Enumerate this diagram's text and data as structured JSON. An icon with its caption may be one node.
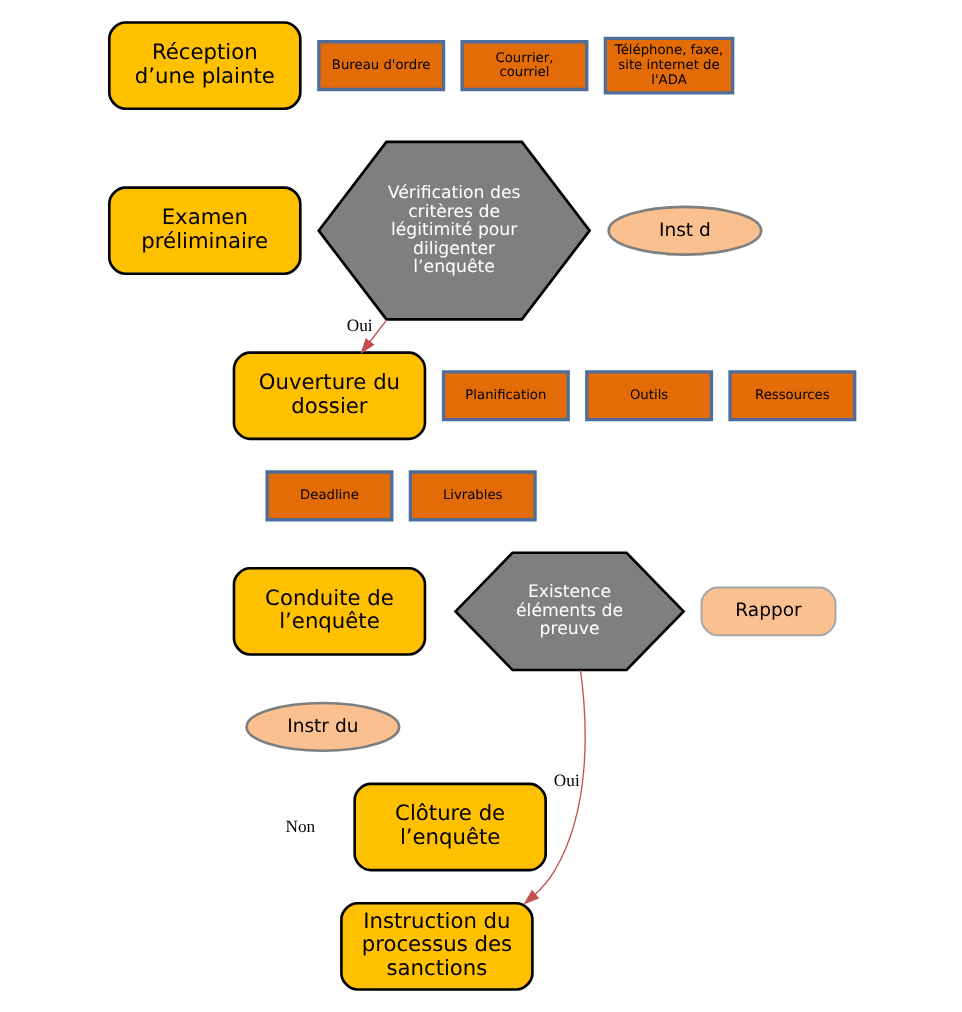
{
  "diagram": {
    "nodes": [
      {
        "text": [
          "Réception d’une plainte"
        ]
      },
      {
        "text": [
          "Bureau d'ordre"
        ]
      },
      {
        "text": [
          "Courrier, courriel"
        ]
      },
      {
        "text": [
          "Téléphone, faxe, site internet de l'ADA"
        ]
      },
      {
        "text": [
          "Examen préliminaire"
        ]
      },
      {
        "text": [
          "Vérification des critères de légitimité pour diligenter l’enquête"
        ]
      },
      {
        "text": [
          "Inst d"
        ]
      },
      {
        "text": [
          "Ouverture du dossier"
        ]
      },
      {
        "text": [
          "Planification"
        ]
      },
      {
        "text": [
          "Outils"
        ]
      },
      {
        "text": [
          "Ressources"
        ]
      },
      {
        "text": [
          "Deadline"
        ]
      },
      {
        "text": [
          "Livrables"
        ]
      },
      {
        "text": [
          "Conduite de l’enquête"
        ]
      },
      {
        "text": [
          "Existence éléments de preuve"
        ]
      },
      {
        "text": [
          "Rappor"
        ]
      },
      {
        "text": [
          "Instr du"
        ]
      },
      {
        "text": [
          "Instruction du processus des sanctions"
        ]
      },
      {
        "text": [
          "Clôture de l’enquête"
        ]
      }
    ],
    "edges": [
      {
        "from": 5,
        "to": 7,
        "arrow": "to",
        "label": "Oui"
      },
      {
        "from": 14,
        "to": 17,
        "arrow": "to",
        "label": "Oui"
      }
    ],
    "labels": [
      "Non"
    ]
  }
}
